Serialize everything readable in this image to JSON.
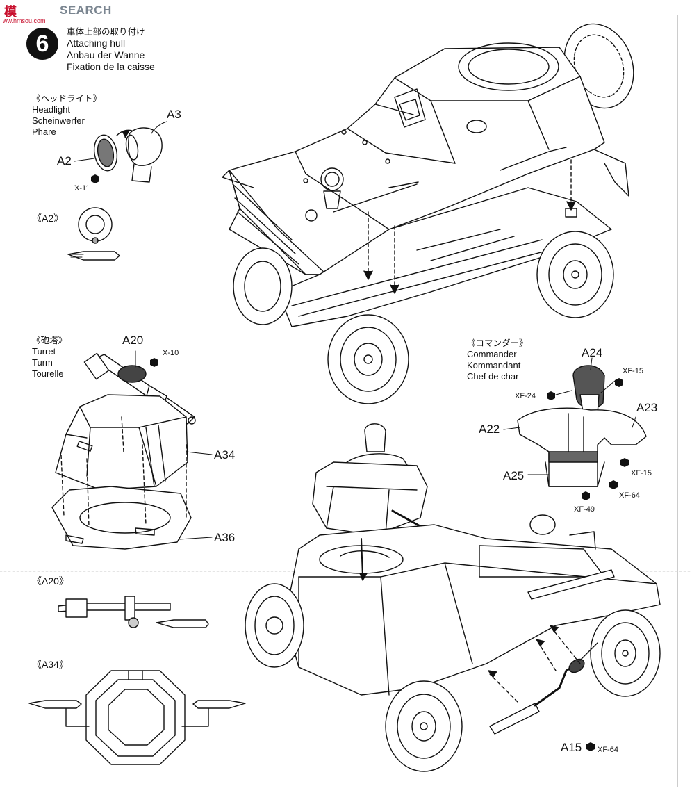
{
  "watermark": {
    "cn": "模",
    "en": "SEARCH",
    "sub": "ww.hmsou.com"
  },
  "step": {
    "number": "6",
    "title_jp": "車体上部の取り付け",
    "title_en": "Attaching hull",
    "title_de": "Anbau der Wanne",
    "title_fr": "Fixation de la caisse"
  },
  "headlight": {
    "title_jp": "《ヘッドライト》",
    "title_en": "Headlight",
    "title_de": "Scheinwerfer",
    "title_fr": "Phare",
    "part_a3": "A3",
    "part_a2": "A2",
    "paint_x11": "X-11"
  },
  "a2_detail": {
    "label": "《A2》"
  },
  "turret": {
    "title_jp": "《砲塔》",
    "title_en": "Turret",
    "title_de": "Turm",
    "title_fr": "Tourelle",
    "part_a20": "A20",
    "paint_x10": "X-10",
    "part_a34": "A34",
    "part_a36": "A36"
  },
  "commander": {
    "title_jp": "《コマンダー》",
    "title_en": "Commander",
    "title_de": "Kommandant",
    "title_fr": "Chef de char",
    "part_a24": "A24",
    "part_a23": "A23",
    "part_a22": "A22",
    "part_a25": "A25",
    "paint_xf15_a": "XF-15",
    "paint_xf24": "XF-24",
    "paint_xf15_b": "XF-15",
    "paint_xf64": "XF-64",
    "paint_xf49": "XF-49"
  },
  "a20_detail": {
    "label": "《A20》"
  },
  "a34_detail": {
    "label": "《A34》"
  },
  "exhaust": {
    "part_a15": "A15",
    "paint_xf64": "XF-64"
  }
}
